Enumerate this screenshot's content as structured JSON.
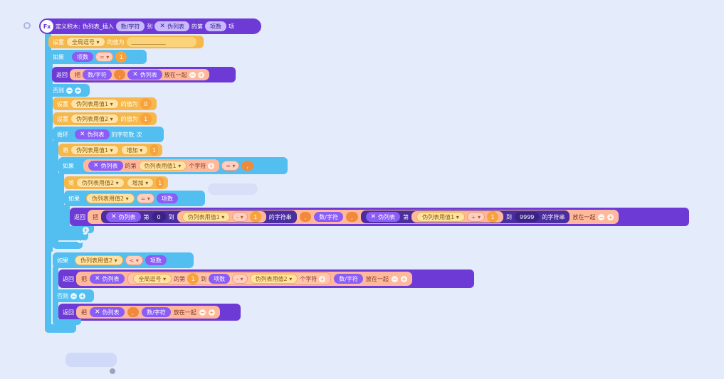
{
  "icons": {
    "remove": "−",
    "add": "+",
    "cross": "✕",
    "dropdown": "▾"
  },
  "header": {
    "badge": "Fx",
    "label": "定义积木:",
    "name": "伪列表_插入",
    "param1": "数/字符",
    "to": "到",
    "param2": "伪列表",
    "of": "的第",
    "param3": "项数",
    "item": "项"
  },
  "kw": {
    "set": "设置",
    "value_is": "的值为",
    "if": "如果",
    "return": "返回",
    "put": "把",
    "else": "否则",
    "loop": "循环",
    "times": "次",
    "char_count": "的字符数",
    "change": "将",
    "increase": "增加",
    "of_nth": "的第",
    "char": "个字符",
    "put_together": "放在一起",
    "nth": "第",
    "to": "到",
    "substring": "的字符串",
    "of_n": "的第"
  },
  "vars": {
    "global_sep": "全局逗号",
    "pseudo_list": "伪列表",
    "v1": "伪列表用值1",
    "v2": "伪列表用值2",
    "str_param": "数/字符",
    "items_param": "项数"
  },
  "values": {
    "empty": "________________",
    "zero": "0",
    "one": "1",
    "big": "9999",
    "comma": ","
  },
  "ops": {
    "eq": "=",
    "lt": "<",
    "minus": "-",
    "plus": "+"
  }
}
